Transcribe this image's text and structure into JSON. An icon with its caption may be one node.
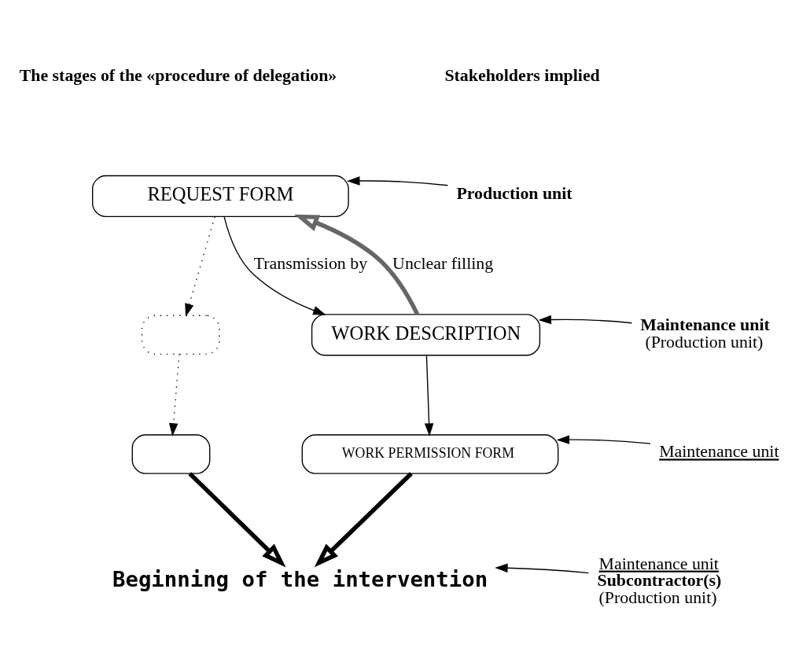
{
  "diagram": {
    "nodes": [
      {
        "text": [
          "REQUEST FORM"
        ]
      },
      {
        "text": [
          "WORK DESCRIPTION"
        ]
      },
      {
        "text": [],
        "shape": "box"
      },
      {
        "text": [
          "WORK PERMISSION FORM"
        ]
      },
      {
        "text": [],
        "shape": "box"
      },
      {
        "text": [
          "Beginning of the intervention"
        ]
      },
      {
        "text": [
          "Production unit"
        ]
      },
      {
        "text": [
          "Maintenance unit",
          "(Production unit)"
        ]
      },
      {
        "text": [
          "Maintenance unit"
        ]
      },
      {
        "text": [
          "Maintenance unit",
          "Subcontractor(s)",
          "(Production unit)"
        ]
      }
    ],
    "edges": [
      {
        "from": 0,
        "to": 1,
        "arrow": "to",
        "label": "Transmission by"
      },
      {
        "from": 0,
        "to": 2,
        "arrow": "to",
        "style": "dashed"
      },
      {
        "from": 1,
        "to": 3,
        "arrow": "to"
      },
      {
        "from": 2,
        "to": 4,
        "arrow": "to",
        "style": "dashed"
      },
      {
        "from": 3,
        "to": 5,
        "arrow": "to",
        "style": "thick"
      },
      {
        "from": 4,
        "to": 5,
        "arrow": "to",
        "style": "thick"
      },
      {
        "from": 1,
        "to": 0,
        "arrow": "to",
        "label": "Unclear filling",
        "style": "thick",
        "color": "#666666"
      },
      {
        "from": 6,
        "to": 0,
        "arrow": "to"
      },
      {
        "from": 7,
        "to": 1,
        "arrow": "to"
      },
      {
        "from": 8,
        "to": 3,
        "arrow": "to"
      },
      {
        "from": 9,
        "to": 5,
        "arrow": "to"
      }
    ],
    "labels": [
      "The stages of the «procedure of delegation»",
      "Stakeholders implied"
    ]
  }
}
